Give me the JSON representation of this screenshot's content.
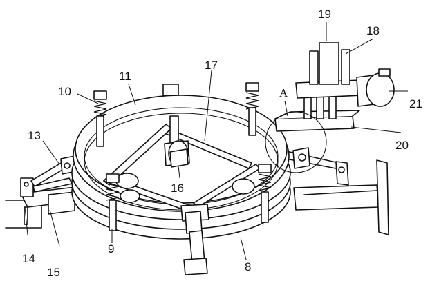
{
  "figure": {
    "labels": {
      "l8": "8",
      "l9": "9",
      "l10": "10",
      "l11": "11",
      "l13": "13",
      "l14": "14",
      "l15": "15",
      "l16": "16",
      "l17": "17",
      "l18": "18",
      "l19": "19",
      "l20": "20",
      "l21": "21",
      "lA": "A"
    }
  }
}
